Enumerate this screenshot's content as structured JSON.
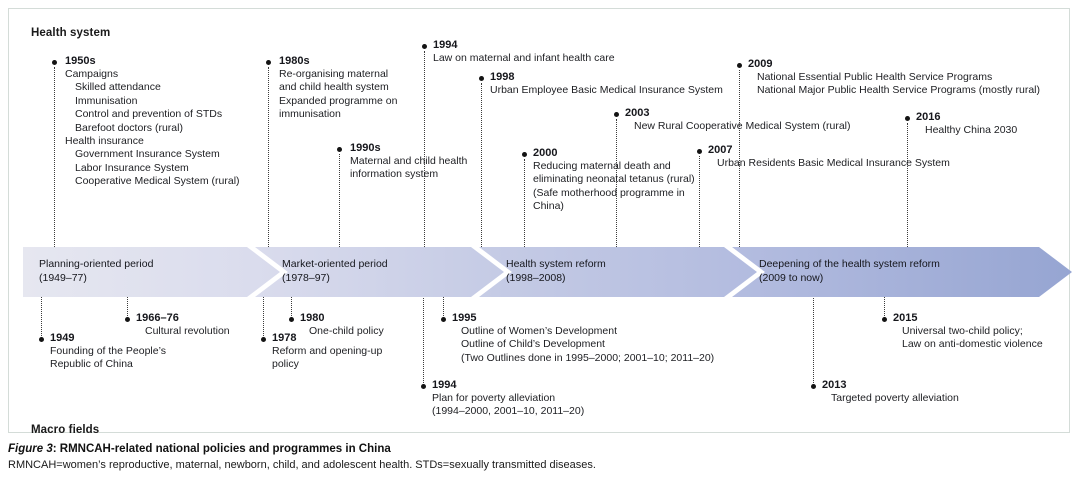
{
  "figure": {
    "sections": {
      "top_label": "Health system",
      "bottom_label": "Macro fields"
    },
    "caption": {
      "figure_number": "Figure 3",
      "title": ": RMNCAH-related national policies and programmes in China",
      "subtitle": "RMNCAH=women’s reproductive, maternal, newborn, child, and adolescent health. STDs=sexually transmitted diseases."
    },
    "colors": {
      "band_start": "#e3e4ee",
      "band_mid": "#c3c9e4",
      "band_end": "#97a6d3",
      "band_notch": "#ffffff",
      "panel_border": "#d4dcd8",
      "dot": "#141414",
      "line": "#3c3c3c"
    }
  },
  "band": {
    "periods": [
      {
        "name": "Planning-oriented period",
        "range": "(1949–77)"
      },
      {
        "name": "Market-oriented period",
        "range": "(1978–97)"
      },
      {
        "name": "Health system reform",
        "range": "(1998–2008)"
      },
      {
        "name": "Deepening of the health system reform",
        "range": "(2009 to now)"
      }
    ]
  },
  "health_system_events": [
    {
      "year": "1950s",
      "lines": [
        {
          "text": "Campaigns",
          "indent": 0
        },
        {
          "text": "Skilled attendance",
          "indent": 1
        },
        {
          "text": "Immunisation",
          "indent": 1
        },
        {
          "text": "Control and prevention of STDs",
          "indent": 1
        },
        {
          "text": "Barefoot doctors (rural)",
          "indent": 1
        },
        {
          "text": "Health insurance",
          "indent": 0
        },
        {
          "text": "Government Insurance System",
          "indent": 1
        },
        {
          "text": "Labor Insurance System",
          "indent": 1
        },
        {
          "text": "Cooperative Medical System (rural)",
          "indent": 1
        }
      ]
    },
    {
      "year": "1980s",
      "lines": [
        {
          "text": "Re-organising maternal",
          "indent": 0
        },
        {
          "text": "and child health system",
          "indent": 0
        },
        {
          "text": "Expanded programme on",
          "indent": 0
        },
        {
          "text": "immunisation",
          "indent": 0
        }
      ]
    },
    {
      "year": "1990s",
      "lines": [
        {
          "text": "Maternal and child health",
          "indent": 0
        },
        {
          "text": "information system",
          "indent": 0
        }
      ]
    },
    {
      "year": "1994",
      "lines": [
        {
          "text": "Law on maternal and infant health care",
          "indent": 0
        }
      ]
    },
    {
      "year": "1998",
      "lines": [
        {
          "text": "Urban Employee Basic Medical Insurance System",
          "indent": 0
        }
      ]
    },
    {
      "year": "2000",
      "lines": [
        {
          "text": "Reducing maternal death and",
          "indent": 0
        },
        {
          "text": "eliminating neonatal tetanus (rural)",
          "indent": 0
        },
        {
          "text": "(Safe motherhood programme in",
          "indent": 0
        },
        {
          "text": "China)",
          "indent": 0
        }
      ]
    },
    {
      "year": "2003",
      "lines": [
        {
          "text": "New Rural Cooperative Medical System (rural)",
          "indent": 0
        }
      ]
    },
    {
      "year": "2007",
      "lines": [
        {
          "text": "Urban Residents Basic Medical Insurance System",
          "indent": 0
        }
      ]
    },
    {
      "year": "2009",
      "lines": [
        {
          "text": "National Essential Public Health Service Programs",
          "indent": 0
        },
        {
          "text": "National Major Public Health Service Programs (mostly rural)",
          "indent": 0
        }
      ]
    },
    {
      "year": "2016",
      "lines": [
        {
          "text": "Healthy China 2030",
          "indent": 0
        }
      ]
    }
  ],
  "macro_field_events": [
    {
      "year": "1949",
      "lines": [
        {
          "text": "Founding of the People’s",
          "indent": 0
        },
        {
          "text": "Republic of China",
          "indent": 0
        }
      ]
    },
    {
      "year": "1966–76",
      "lines": [
        {
          "text": "Cultural revolution",
          "indent": 0
        }
      ]
    },
    {
      "year": "1978",
      "lines": [
        {
          "text": "Reform and opening-up",
          "indent": 0
        },
        {
          "text": "policy",
          "indent": 0
        }
      ]
    },
    {
      "year": "1980",
      "lines": [
        {
          "text": "One-child policy",
          "indent": 0
        }
      ]
    },
    {
      "year": "1994",
      "lines": [
        {
          "text": "Plan for poverty alleviation",
          "indent": 0
        },
        {
          "text": "(1994–2000, 2001–10, 2011–20)",
          "indent": 0
        }
      ]
    },
    {
      "year": "1995",
      "lines": [
        {
          "text": "Outline of Women’s Development",
          "indent": 0
        },
        {
          "text": "Outline of Child’s Development",
          "indent": 0
        },
        {
          "text": "(Two Outlines done in 1995–2000; 2001–10; 2011–20)",
          "indent": 0
        }
      ]
    },
    {
      "year": "2013",
      "lines": [
        {
          "text": "Targeted poverty alleviation",
          "indent": 0
        }
      ]
    },
    {
      "year": "2015",
      "lines": [
        {
          "text": "Universal two-child policy;",
          "indent": 0
        },
        {
          "text": "Law on anti-domestic violence",
          "indent": 0
        }
      ]
    }
  ]
}
